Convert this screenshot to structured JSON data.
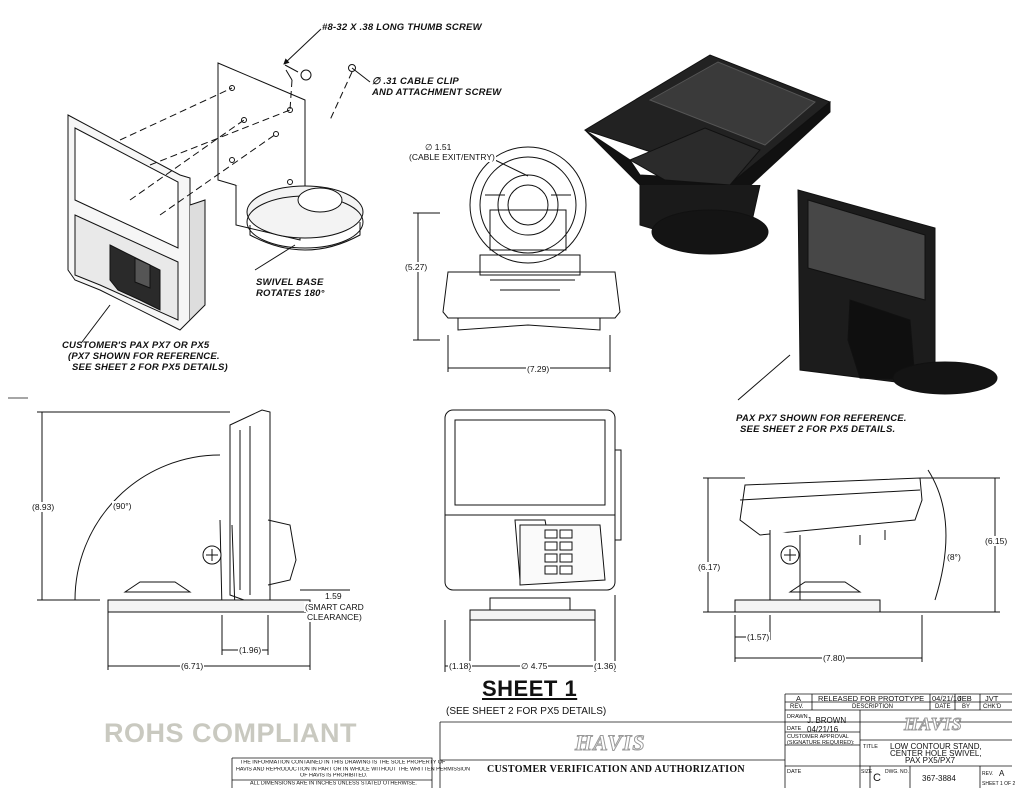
{
  "callouts": {
    "thumb_screw": "#8-32 X .38 LONG THUMB SCREW",
    "cable_clip_1": "∅ .31 CABLE CLIP",
    "cable_clip_2": "AND ATTACHMENT SCREW",
    "swivel_1": "SWIVEL BASE",
    "swivel_2": "ROTATES 180°",
    "customer_1": "CUSTOMER'S PAX PX7 OR PX5",
    "customer_2": "(PX7 SHOWN FOR REFERENCE.",
    "customer_3": "SEE SHEET 2 FOR PX5 DETAILS)",
    "ref_1": "PAX PX7 SHOWN FOR REFERENCE.",
    "ref_2": "SEE SHEET 2 FOR PX5 DETAILS."
  },
  "dimensions": {
    "cable_dia": "∅ 1.51",
    "cable_exit": "CABLE EXIT/ENTRY",
    "h_527": "(5.27)",
    "w_729": "(7.29)",
    "h_893": "(8.93)",
    "angle_90": "(90°)",
    "d_159": "1.59",
    "smart_1": "SMART CARD",
    "smart_2": "CLEARANCE",
    "d_196": "(1.96)",
    "d_671": "(6.71)",
    "d_118": "(1.18)",
    "d_475": "∅ 4.75",
    "d_136": "(1.36)",
    "h_617": "(6.17)",
    "angle_8": "(8°)",
    "h_615": "(6.15)",
    "d_157": "(1.57)",
    "d_780": "(7.80)"
  },
  "sheet": {
    "title": "SHEET 1",
    "subtitle": "(SEE SHEET 2 FOR PX5 DETAILS)"
  },
  "rohs": "ROHS COMPLIANT",
  "brand": "HAVIS",
  "verification": "CUSTOMER  VERIFICATION AND AUTHORIZATION",
  "disclaimer": {
    "line1": "THE INFORMATION CONTAINED IN THIS DRAWING IS THE SOLE PROPERTY OF",
    "line2": "HAVIS AND REPRODUCTION IN PART OR IN WHOLE WITHOUT THE WRITTEN PERMISSION",
    "line3": "OF HAVIS IS PROHIBITED.",
    "line4": "ALL DIMENSIONS ARE IN INCHES UNLESS STATED OTHERWISE."
  },
  "revision": {
    "rev": "A",
    "description": "RELEASED FOR PROTOTYPE",
    "date": "04/21/16",
    "by": "JEB",
    "chkd": "JVT",
    "h_rev": "REV.",
    "h_desc": "DESCRIPTION",
    "h_date": "DATE",
    "h_by": "BY",
    "h_chkd": "CHK'D"
  },
  "titleblock": {
    "drawn_label": "DRAWN",
    "drawn": "J. BROWN",
    "date_label": "DATE",
    "date": "04/21/16",
    "approval_1": "CUSTOMER APPROVAL",
    "approval_2": "(SIGNATURE REQUIRED):",
    "date_label2": "DATE",
    "title_label": "TITLE",
    "title_1": "LOW CONTOUR STAND,",
    "title_2": "CENTER HOLE SWIVEL,",
    "title_3": "PAX PX5/PX7",
    "size_label": "SIZE",
    "size": "C",
    "dwg_label": "DWG. NO.",
    "dwg": "367-3884",
    "rev_label": "REV.",
    "rev": "A",
    "sheet": "SHEET 1 OF 2"
  }
}
